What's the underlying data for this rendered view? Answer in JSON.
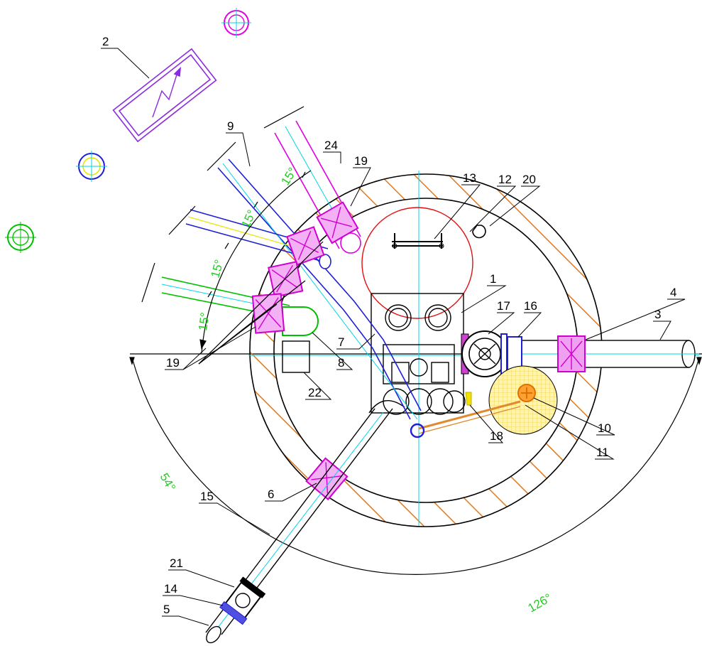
{
  "colors": {
    "wall_hatch": "#e07a1e",
    "pipe_blue": "#1f1fd6",
    "pipe_magenta": "#e000e0",
    "pipe_green": "#00c000",
    "pipe_cyan": "#00d6e6",
    "pipe_yellow": "#e6e600",
    "coupling": "#e040e0",
    "angle_text": "#22cc22",
    "outline": "#000000"
  },
  "callouts": {
    "c1": "1",
    "c2": "2",
    "c3": "3",
    "c4": "4",
    "c5": "5",
    "c6": "6",
    "c7": "7",
    "c8": "8",
    "c9": "9",
    "c10": "10",
    "c11": "11",
    "c12": "12",
    "c13": "13",
    "c14": "14",
    "c15": "15",
    "c16": "16",
    "c17": "17",
    "c18": "18",
    "c19a": "19",
    "c19b": "19",
    "c20": "20",
    "c21": "21",
    "c22": "22",
    "c24": "24"
  },
  "angles": {
    "a15_1": "15°",
    "a15_2": "15°",
    "a15_3": "15°",
    "a15_4": "15°",
    "a54": "54°",
    "a126": "126°"
  }
}
